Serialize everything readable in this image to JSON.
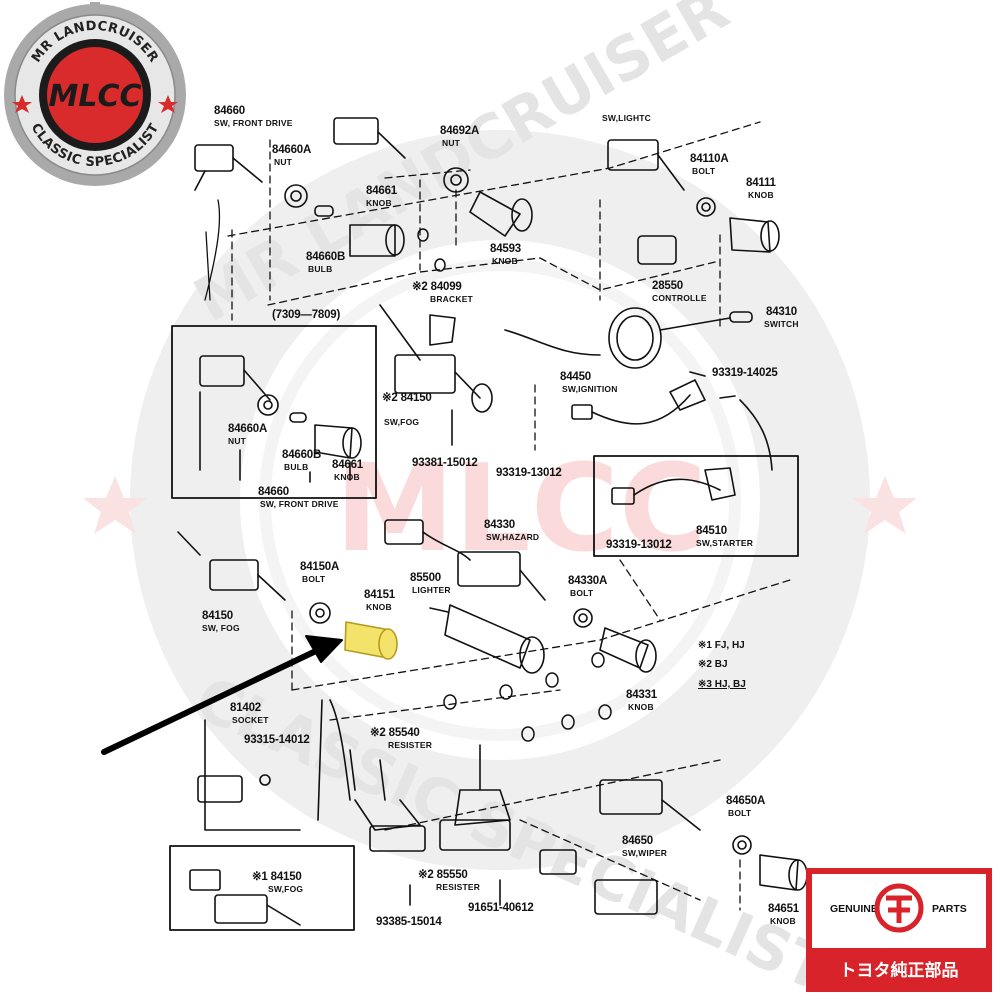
{
  "watermark": {
    "top_text": "MR LANDCRUISER",
    "bottom_text": "CLASSIC SPECIALIST",
    "center_logo": "MLCC"
  },
  "badge": {
    "top_text": "MR LANDCRUISER",
    "bottom_text": "CLASSIC SPECIALIST",
    "logo": "MLCC",
    "colors": {
      "gear": "#a9a9a9",
      "circle": "#1b1b1b",
      "red": "#d92b2b"
    }
  },
  "genuine_badge": {
    "left_text": "GENUINE",
    "right_text": "PARTS",
    "bottom_text": "トヨタ純正部品",
    "colors": {
      "red": "#d8232a"
    }
  },
  "highlight": {
    "part": "84151",
    "color": "#f3e36a"
  },
  "notes": [
    "※1 FJ, HJ",
    "※2 BJ",
    "※3 HJ, BJ"
  ],
  "parts": [
    {
      "no": "84660",
      "desc": "SW, FRONT DRIVE"
    },
    {
      "no": "84660A",
      "desc": "NUT"
    },
    {
      "no": "84661",
      "desc": "KNOB"
    },
    {
      "no": "84660B",
      "desc": "BULB"
    },
    {
      "no": "84692A",
      "desc": "NUT"
    },
    {
      "no": "84593",
      "desc": "KNOB"
    },
    {
      "no": "SW,LIGHTC",
      "desc": ""
    },
    {
      "no": "84110A",
      "desc": "BOLT"
    },
    {
      "no": "84111",
      "desc": "KNOB"
    },
    {
      "no": "28550",
      "desc": "CONTROLLE"
    },
    {
      "no": "※2 84099",
      "desc": "BRACKET"
    },
    {
      "no": "(7309—7809)",
      "desc": ""
    },
    {
      "no": "84310",
      "desc": "SWITCH"
    },
    {
      "no": "93319-14025",
      "desc": ""
    },
    {
      "no": "84450",
      "desc": "SW,IGNITION"
    },
    {
      "no": "※2 84150",
      "desc": "SW,FOG"
    },
    {
      "no": "84660A",
      "desc": "NUT"
    },
    {
      "no": "84660B",
      "desc": "BULB"
    },
    {
      "no": "84661",
      "desc": "KNOB"
    },
    {
      "no": "84660",
      "desc": "SW, FRONT DRIVE"
    },
    {
      "no": "93381-15012",
      "desc": ""
    },
    {
      "no": "93319-13012",
      "desc": ""
    },
    {
      "no": "93319-13012",
      "desc": ""
    },
    {
      "no": "84510",
      "desc": "SW,STARTER"
    },
    {
      "no": "84330",
      "desc": "SW,HAZARD"
    },
    {
      "no": "84150A",
      "desc": "BOLT"
    },
    {
      "no": "84151",
      "desc": "KNOB"
    },
    {
      "no": "85500",
      "desc": "LIGHTER"
    },
    {
      "no": "84330A",
      "desc": "BOLT"
    },
    {
      "no": "84150",
      "desc": "SW, FOG"
    },
    {
      "no": "84331",
      "desc": "KNOB"
    },
    {
      "no": "81402",
      "desc": "SOCKET"
    },
    {
      "no": "93315-14012",
      "desc": ""
    },
    {
      "no": "※2 85540",
      "desc": "RESISTER"
    },
    {
      "no": "84650A",
      "desc": "BOLT"
    },
    {
      "no": "84650",
      "desc": "SW,WIPER"
    },
    {
      "no": "※1 84150",
      "desc": "SW,FOG"
    },
    {
      "no": "※2 85550",
      "desc": "RESISTER"
    },
    {
      "no": "93385-15014",
      "desc": ""
    },
    {
      "no": "91651-40612",
      "desc": ""
    },
    {
      "no": "84651",
      "desc": "KNOB"
    }
  ]
}
